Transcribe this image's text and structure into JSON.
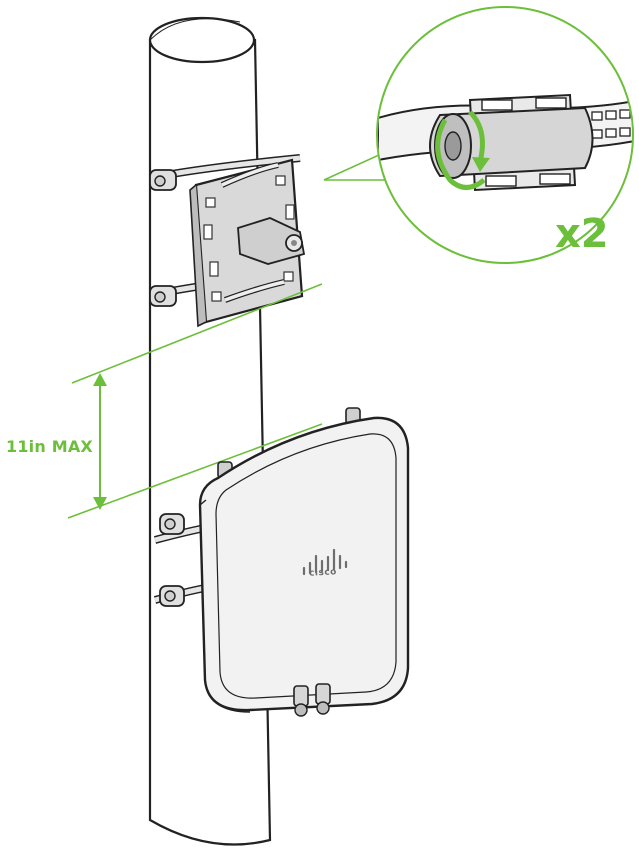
{
  "labels": {
    "dimension": "11in MAX",
    "quantity": "x2",
    "brand": "cisco"
  },
  "colors": {
    "accent_green": "#6cbf3a",
    "line_dark": "#222222",
    "metal_gray": "#d9d9d9"
  },
  "icons": {
    "rotate_arrow": "rotate-arrow-icon",
    "logo": "cisco-logo"
  }
}
